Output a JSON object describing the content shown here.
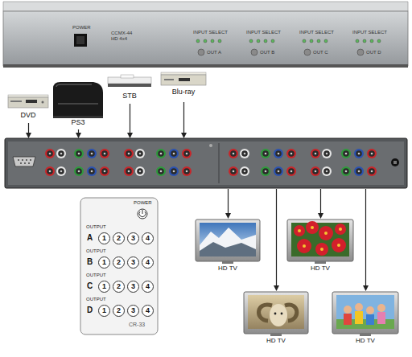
{
  "diagram": {
    "nodes": [
      {
        "text": [
          "CCMX-44 HD 4x4"
        ]
      },
      {
        "text": [
          "DVD"
        ]
      },
      {
        "text": [
          "PS3"
        ]
      },
      {
        "text": [
          "STB"
        ]
      },
      {
        "text": [
          "Blu-ray"
        ]
      },
      {
        "text": []
      },
      {
        "text": [
          "CR-33"
        ]
      },
      {
        "text": [
          "1"
        ],
        "in": 6
      },
      {
        "text": [
          "2"
        ],
        "in": 6
      },
      {
        "text": [
          "3"
        ],
        "in": 6
      },
      {
        "text": [
          "4"
        ],
        "in": 6
      },
      {
        "text": [
          "1"
        ],
        "in": 6
      },
      {
        "text": [
          "2"
        ],
        "in": 6
      },
      {
        "text": [
          "3"
        ],
        "in": 6
      },
      {
        "text": [
          "4"
        ],
        "in": 6
      },
      {
        "text": [
          "1"
        ],
        "in": 6
      },
      {
        "text": [
          "2"
        ],
        "in": 6
      },
      {
        "text": [
          "3"
        ],
        "in": 6
      },
      {
        "text": [
          "4"
        ],
        "in": 6
      },
      {
        "text": [
          "1"
        ],
        "in": 6
      },
      {
        "text": [
          "2"
        ],
        "in": 6
      },
      {
        "text": [
          "3"
        ],
        "in": 6
      },
      {
        "text": [
          "4"
        ],
        "in": 6
      },
      {
        "text": [
          "HD TV"
        ]
      },
      {
        "text": [
          "HD TV"
        ]
      },
      {
        "text": [
          "HD TV"
        ]
      },
      {
        "text": [
          "HD TV"
        ]
      }
    ],
    "edges": [
      {
        "from": 1,
        "to": 5,
        "arrow": "to"
      },
      {
        "from": 2,
        "to": 5,
        "arrow": "to"
      },
      {
        "from": 3,
        "to": 5,
        "arrow": "to"
      },
      {
        "from": 4,
        "to": 5,
        "arrow": "to"
      },
      {
        "from": 5,
        "to": 23,
        "arrow": "to"
      },
      {
        "from": 5,
        "to": 24,
        "arrow": "to"
      },
      {
        "from": 5,
        "to": 25,
        "arrow": "to"
      },
      {
        "from": 5,
        "to": 26,
        "arrow": "to"
      }
    ],
    "labels": [
      "POWER",
      "INPUT SELECT",
      "INPUT SELECT",
      "INPUT SELECT",
      "INPUT SELECT",
      "OUT A",
      "OUT B",
      "OUT C",
      "OUT D",
      "POWER",
      "OUTPUT",
      "A",
      "OUTPUT",
      "B",
      "OUTPUT",
      "C",
      "OUTPUT",
      "D"
    ]
  }
}
